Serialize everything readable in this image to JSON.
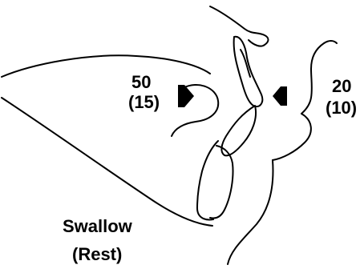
{
  "labels": {
    "tongue_force": "50",
    "tongue_force_alt": "(15)",
    "lip_force": "20",
    "lip_force_alt": "(10)",
    "caption": "Swallow",
    "caption_sub": "(Rest)"
  },
  "colors": {
    "ink": "#000000",
    "background": "#ffffff"
  }
}
